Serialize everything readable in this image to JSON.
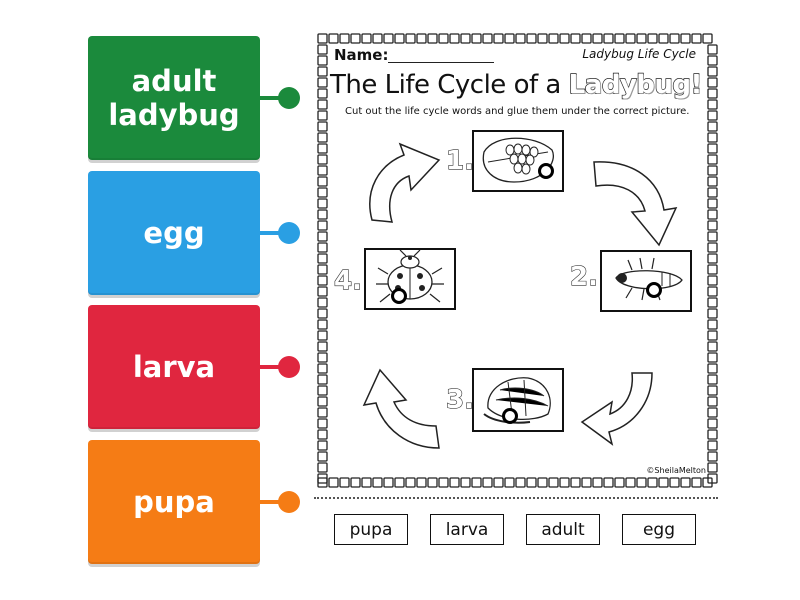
{
  "colors": {
    "tile_1": "#1b8a3c",
    "tile_2": "#2a9fe3",
    "tile_3": "#e0263f",
    "tile_4": "#f57c15"
  },
  "tiles": [
    {
      "line1": "adult",
      "line2": "ladybug"
    },
    {
      "line1": "egg",
      "line2": ""
    },
    {
      "line1": "larva",
      "line2": ""
    },
    {
      "line1": "pupa",
      "line2": ""
    }
  ],
  "worksheet": {
    "name_label": "Name:",
    "small_title": "Ladybug Life Cycle",
    "title_prefix": "The Life Cycle of a ",
    "title_highlight": "Ladybug!",
    "instructions": "Cut out the life cycle words and glue them under the correct picture.",
    "copyright": "©SheilaMelton",
    "stages": [
      {
        "number": "1.",
        "picture": "egg-cluster-on-leaf-icon"
      },
      {
        "number": "2.",
        "picture": "larva-icon"
      },
      {
        "number": "3.",
        "picture": "pupa-icon"
      },
      {
        "number": "4.",
        "picture": "adult-ladybug-icon"
      }
    ]
  },
  "word_labels": [
    "pupa",
    "larva",
    "adult",
    "egg"
  ]
}
